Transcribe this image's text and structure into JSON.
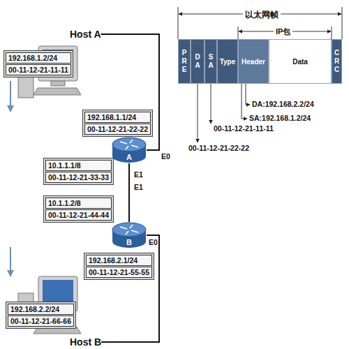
{
  "diagram": {
    "nodes": [
      {
        "text": [
          "Host A"
        ]
      },
      {
        "text": [
          "192.168.1.2/24",
          "00-11-12-21-11-11"
        ]
      },
      {
        "text": [
          "192.168.1.1/24",
          "00-11-12-21-22-22"
        ]
      },
      {
        "text": [
          "A"
        ]
      },
      {
        "text": [
          "10.1.1.1/8",
          "00-11-12-21-33-33"
        ]
      },
      {
        "text": [
          "10.1.1.2/8",
          "00-11-12-21-44-44"
        ]
      },
      {
        "text": [
          "B"
        ]
      },
      {
        "text": [
          "192.168.2.1/24",
          "00-11-12-21-55-55"
        ]
      },
      {
        "text": [
          "192.168.2.2/24",
          "00-11-12-21-66-66"
        ]
      },
      {
        "text": [
          "Host B"
        ]
      },
      {
        "text": [
          "PRE"
        ]
      },
      {
        "text": [
          "DA"
        ]
      },
      {
        "text": [
          "SA"
        ]
      },
      {
        "text": [
          "Type"
        ]
      },
      {
        "text": [
          "Header"
        ]
      },
      {
        "text": [
          "Data"
        ]
      },
      {
        "text": [
          "CRC"
        ]
      }
    ],
    "edges": [
      {
        "from": 0,
        "to": 3,
        "arrow": "none"
      },
      {
        "from": 3,
        "to": 6,
        "arrow": "none"
      },
      {
        "from": 6,
        "to": 9,
        "arrow": "none"
      }
    ],
    "labels": [
      "E0",
      "E1",
      "E1",
      "E0",
      "以太网帧",
      "IP包",
      "DA:192.168.2.2/24",
      "SA:192.168.1.2/24",
      "00-11-12-21-11-11",
      "00-11-12-21-22-22"
    ]
  }
}
